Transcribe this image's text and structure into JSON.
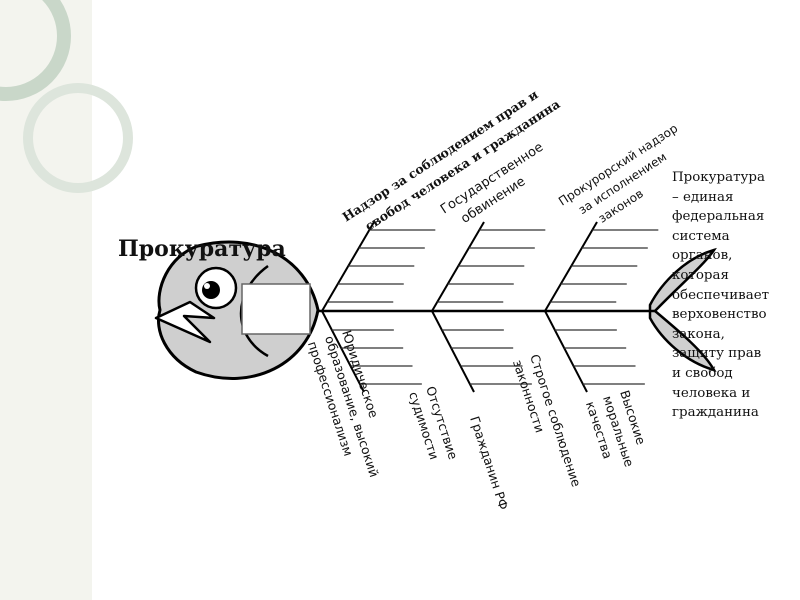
{
  "diagram": {
    "title": "Прокуратура",
    "top_branches": [
      {
        "lines": [
          "Надзор за соблюдением прав и",
          "свобод человека и гражданина"
        ]
      },
      {
        "lines": [
          "Государственное",
          "обвинение"
        ]
      },
      {
        "lines": [
          "Прокурорский надзор",
          "за исполнением",
          "законов"
        ]
      }
    ],
    "bottom_branches": [
      {
        "lines": [
          "Юридическое",
          "образование, высокий",
          "профессионализм"
        ]
      },
      {
        "lines": [
          "Отсутствие",
          "судимости"
        ]
      },
      {
        "lines": [
          "Гражданин РФ"
        ]
      },
      {
        "lines": [
          "Строгое соблюдение",
          "законности"
        ]
      },
      {
        "lines": [
          "Высокие",
          "моральные",
          "качества"
        ]
      }
    ],
    "definition_lines": [
      "Прокуратура",
      "– единая",
      "федеральная",
      "система",
      "органов,",
      "которая",
      "обеспечивает",
      "верховенство",
      "закона,",
      "защиту прав",
      "и свобод",
      "человека и",
      "гражданина"
    ]
  },
  "colors": {
    "fish_fill": "#cfcfcf",
    "outline": "#000000",
    "rib": "#333333",
    "deco_circle": "#c9d7c9",
    "deco_panel": "#f3f4ee"
  }
}
